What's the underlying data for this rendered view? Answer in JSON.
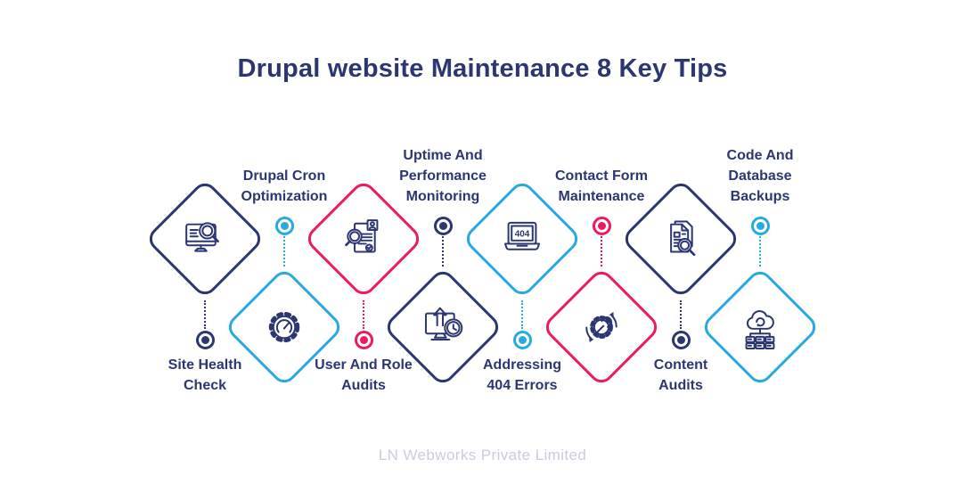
{
  "title": "Drupal website Maintenance 8 Key Tips",
  "footer": "LN Webworks Private Limited",
  "colors": {
    "navy": "#2b3672",
    "cyan": "#29a9e1",
    "pink": "#ec1a62",
    "label_text": "#2b3672",
    "footer_text": "#c9cce0"
  },
  "tips": [
    {
      "label": "Site Health Check",
      "lines": [
        "Site Health",
        "Check"
      ],
      "color": "navy",
      "icon": "monitor-search-icon",
      "row": "top"
    },
    {
      "label": "Drupal Cron Optimization",
      "lines": [
        "Drupal Cron",
        "Optimization"
      ],
      "color": "cyan",
      "icon": "gear-gauge-icon",
      "row": "bottom"
    },
    {
      "label": "User And Role Audits",
      "lines": [
        "User And Role",
        "Audits"
      ],
      "color": "pink",
      "icon": "id-document-search-icon",
      "row": "top"
    },
    {
      "label": "Uptime And Performance Monitoring",
      "lines": [
        "Uptime And",
        "Performance",
        "Monitoring"
      ],
      "color": "navy",
      "icon": "monitor-uptime-clock-icon",
      "row": "bottom"
    },
    {
      "label": "Addressing 404 Errors",
      "lines": [
        "Addressing",
        "404 Errors"
      ],
      "color": "cyan",
      "icon": "laptop-404-icon",
      "icon_text": "404",
      "row": "top"
    },
    {
      "label": "Contact Form Maintenance",
      "lines": [
        "Contact Form",
        "Maintenance"
      ],
      "color": "pink",
      "icon": "gear-wrench-sync-icon",
      "row": "bottom"
    },
    {
      "label": "Content Audits",
      "lines": [
        "Content",
        "Audits"
      ],
      "color": "navy",
      "icon": "documents-search-icon",
      "row": "top"
    },
    {
      "label": "Code And Database Backups",
      "lines": [
        "Code And",
        "Database",
        "Backups"
      ],
      "color": "cyan",
      "icon": "cloud-database-backup-icon",
      "row": "bottom"
    }
  ]
}
